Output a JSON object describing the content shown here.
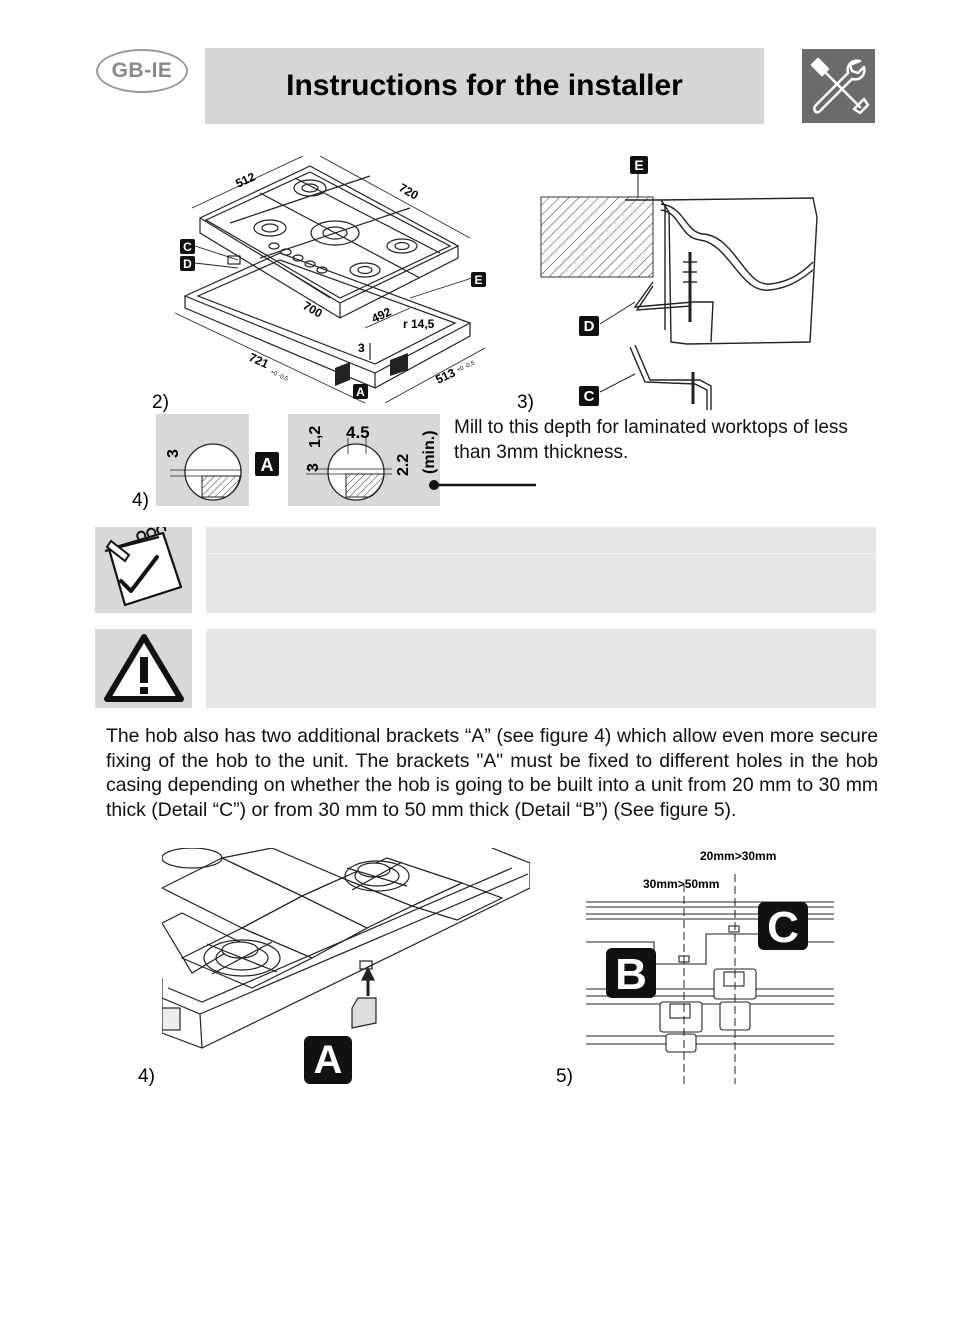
{
  "header": {
    "badge": "GB-IE",
    "title": "Instructions for the installer",
    "icon": "wrench-screwdriver-icon"
  },
  "figure_top": {
    "label_2": "2)",
    "label_3": "3)",
    "label_4": "4)",
    "hob_dims": {
      "d512": "512",
      "d720": "720",
      "d700": "700",
      "d492": "492",
      "r145": "r 14,5",
      "d721": "721",
      "d721_tol": "+0 -0,5",
      "d513": "513",
      "d513_tol": "+0 -0,5",
      "d3": "3"
    },
    "letters": {
      "C": "C",
      "D": "D",
      "E": "E",
      "A": "A"
    },
    "detail": {
      "d3a": "3",
      "d3b": "3",
      "d12": "1,2",
      "d45": "4.5",
      "d22": "2.2",
      "min": "(min.)"
    },
    "note": "Mill to this depth for laminated worktops of less than 3mm thickness."
  },
  "info_boxes": {
    "note_icon": "notepad-check-icon",
    "warning_icon": "warning-triangle-icon"
  },
  "paragraph": "The hob also has two additional brackets “A” (see figure 4) which allow even more secure fixing of the hob to the unit. The brackets \"A\" must be fixed to different holes in the hob casing depending on whether the hob is going to be built into a unit from 20 mm to 30 mm thick (Detail “C”) or from 30 mm to 50 mm thick (Detail “B”) (See figure 5).",
  "figure_bottom": {
    "label_4": "4)",
    "label_5": "5)",
    "letter_A": "A",
    "letter_B": "B",
    "letter_C": "C",
    "range_20_30": "20mm>30mm",
    "range_30_50": "30mm>50mm"
  }
}
